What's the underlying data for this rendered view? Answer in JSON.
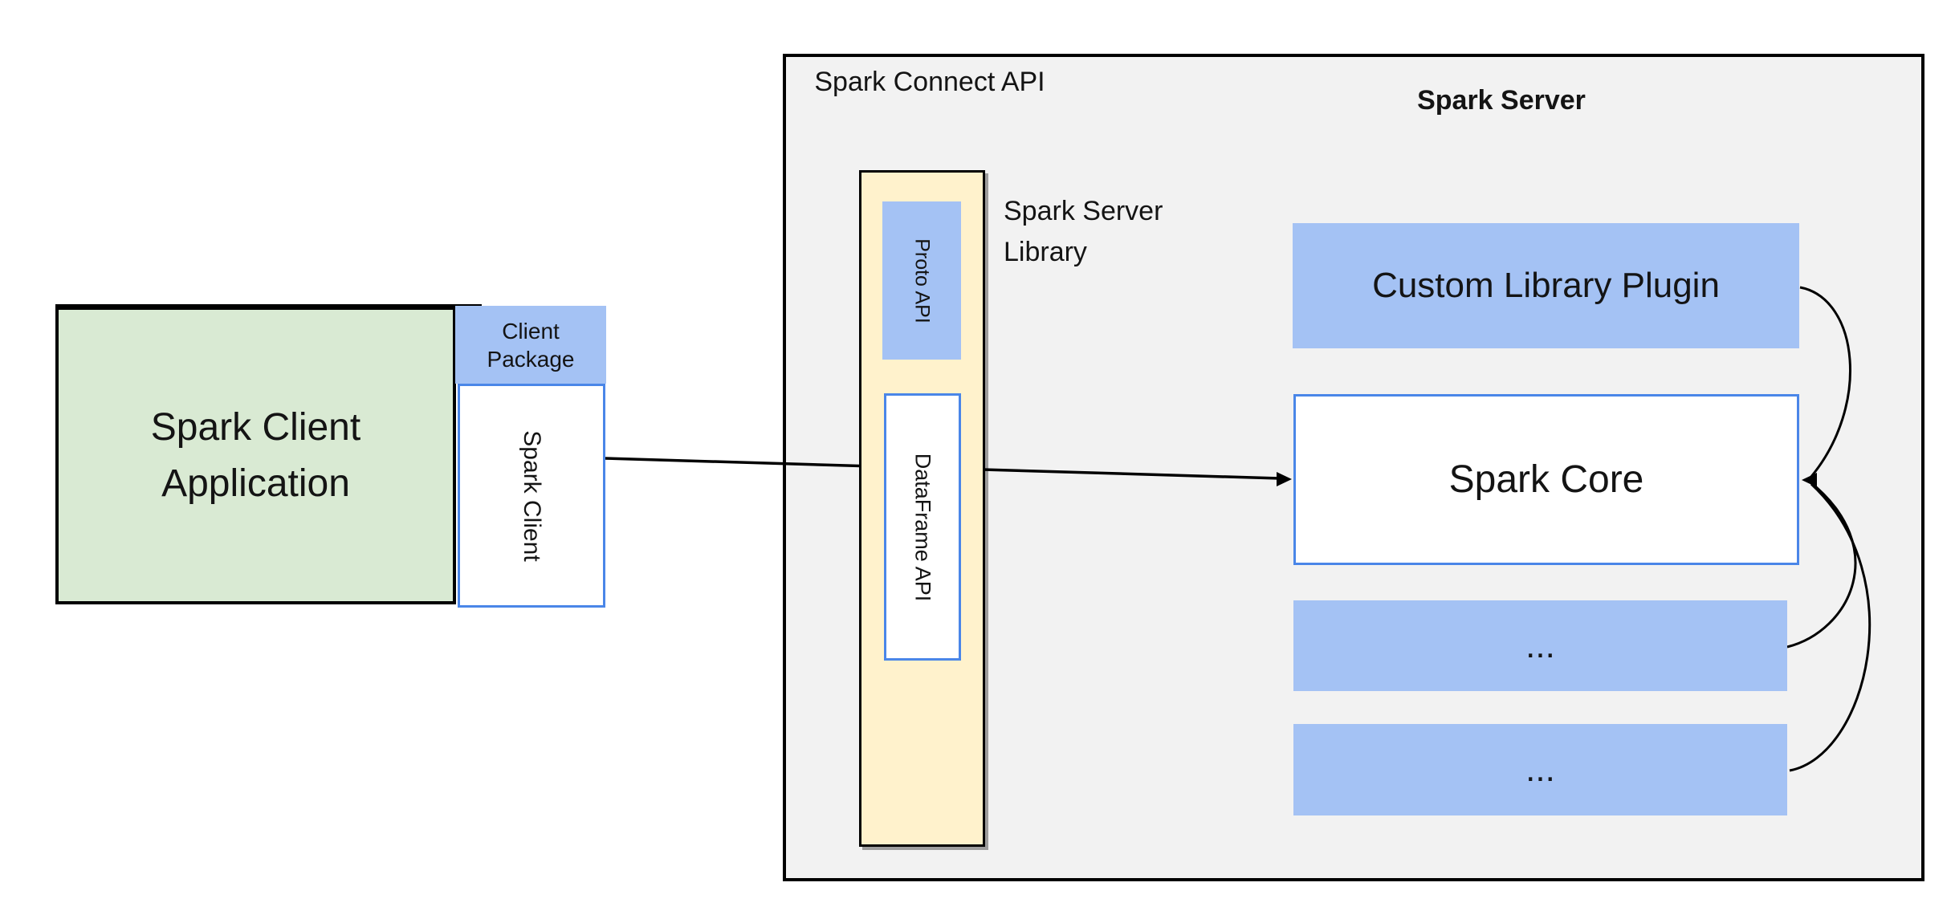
{
  "client": {
    "app_label": "Spark Client Application",
    "package_label": "Client Package",
    "client_label": "Spark Client"
  },
  "connect_api": {
    "label": "Spark Connect API",
    "proto_label": "Proto API",
    "dataframe_label": "DataFrame API",
    "library_label": "Spark Server Library"
  },
  "server": {
    "title": "Spark Server",
    "plugin_label": "Custom Library Plugin",
    "core_label": "Spark Core",
    "ellipsis1": "...",
    "ellipsis2": "..."
  },
  "colors": {
    "green_fill": "#d9ead3",
    "blue_fill": "#a4c2f4",
    "yellow_fill": "#fff2cc",
    "gray_fill": "#f2f2f2",
    "blue_border": "#4a86e8",
    "line_black": "#000000"
  }
}
